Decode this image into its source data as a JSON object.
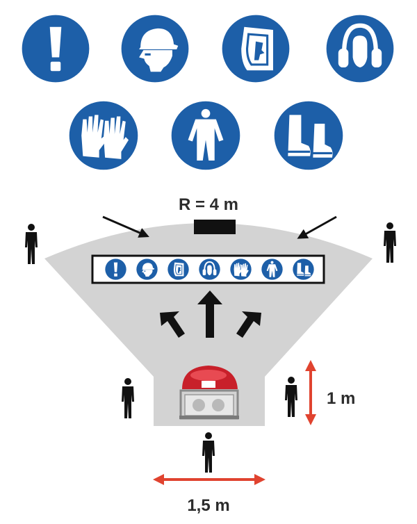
{
  "colors": {
    "sign_blue": "#1d5fa8",
    "sign_ring": "#ffffff",
    "zone_gray": "#d3d3d3",
    "arrow_red": "#e0432f",
    "person_black": "#111111"
  },
  "signs": [
    {
      "icon": "exclamation-icon"
    },
    {
      "icon": "hard-hat-icon"
    },
    {
      "icon": "face-shield-icon"
    },
    {
      "icon": "ear-protection-icon"
    },
    {
      "icon": "gloves-icon"
    },
    {
      "icon": "coverall-icon"
    },
    {
      "icon": "safety-boots-icon"
    }
  ],
  "labels": {
    "radius": "R = 4 m",
    "height_dim": "1 m",
    "width_dim": "1,5 m"
  }
}
